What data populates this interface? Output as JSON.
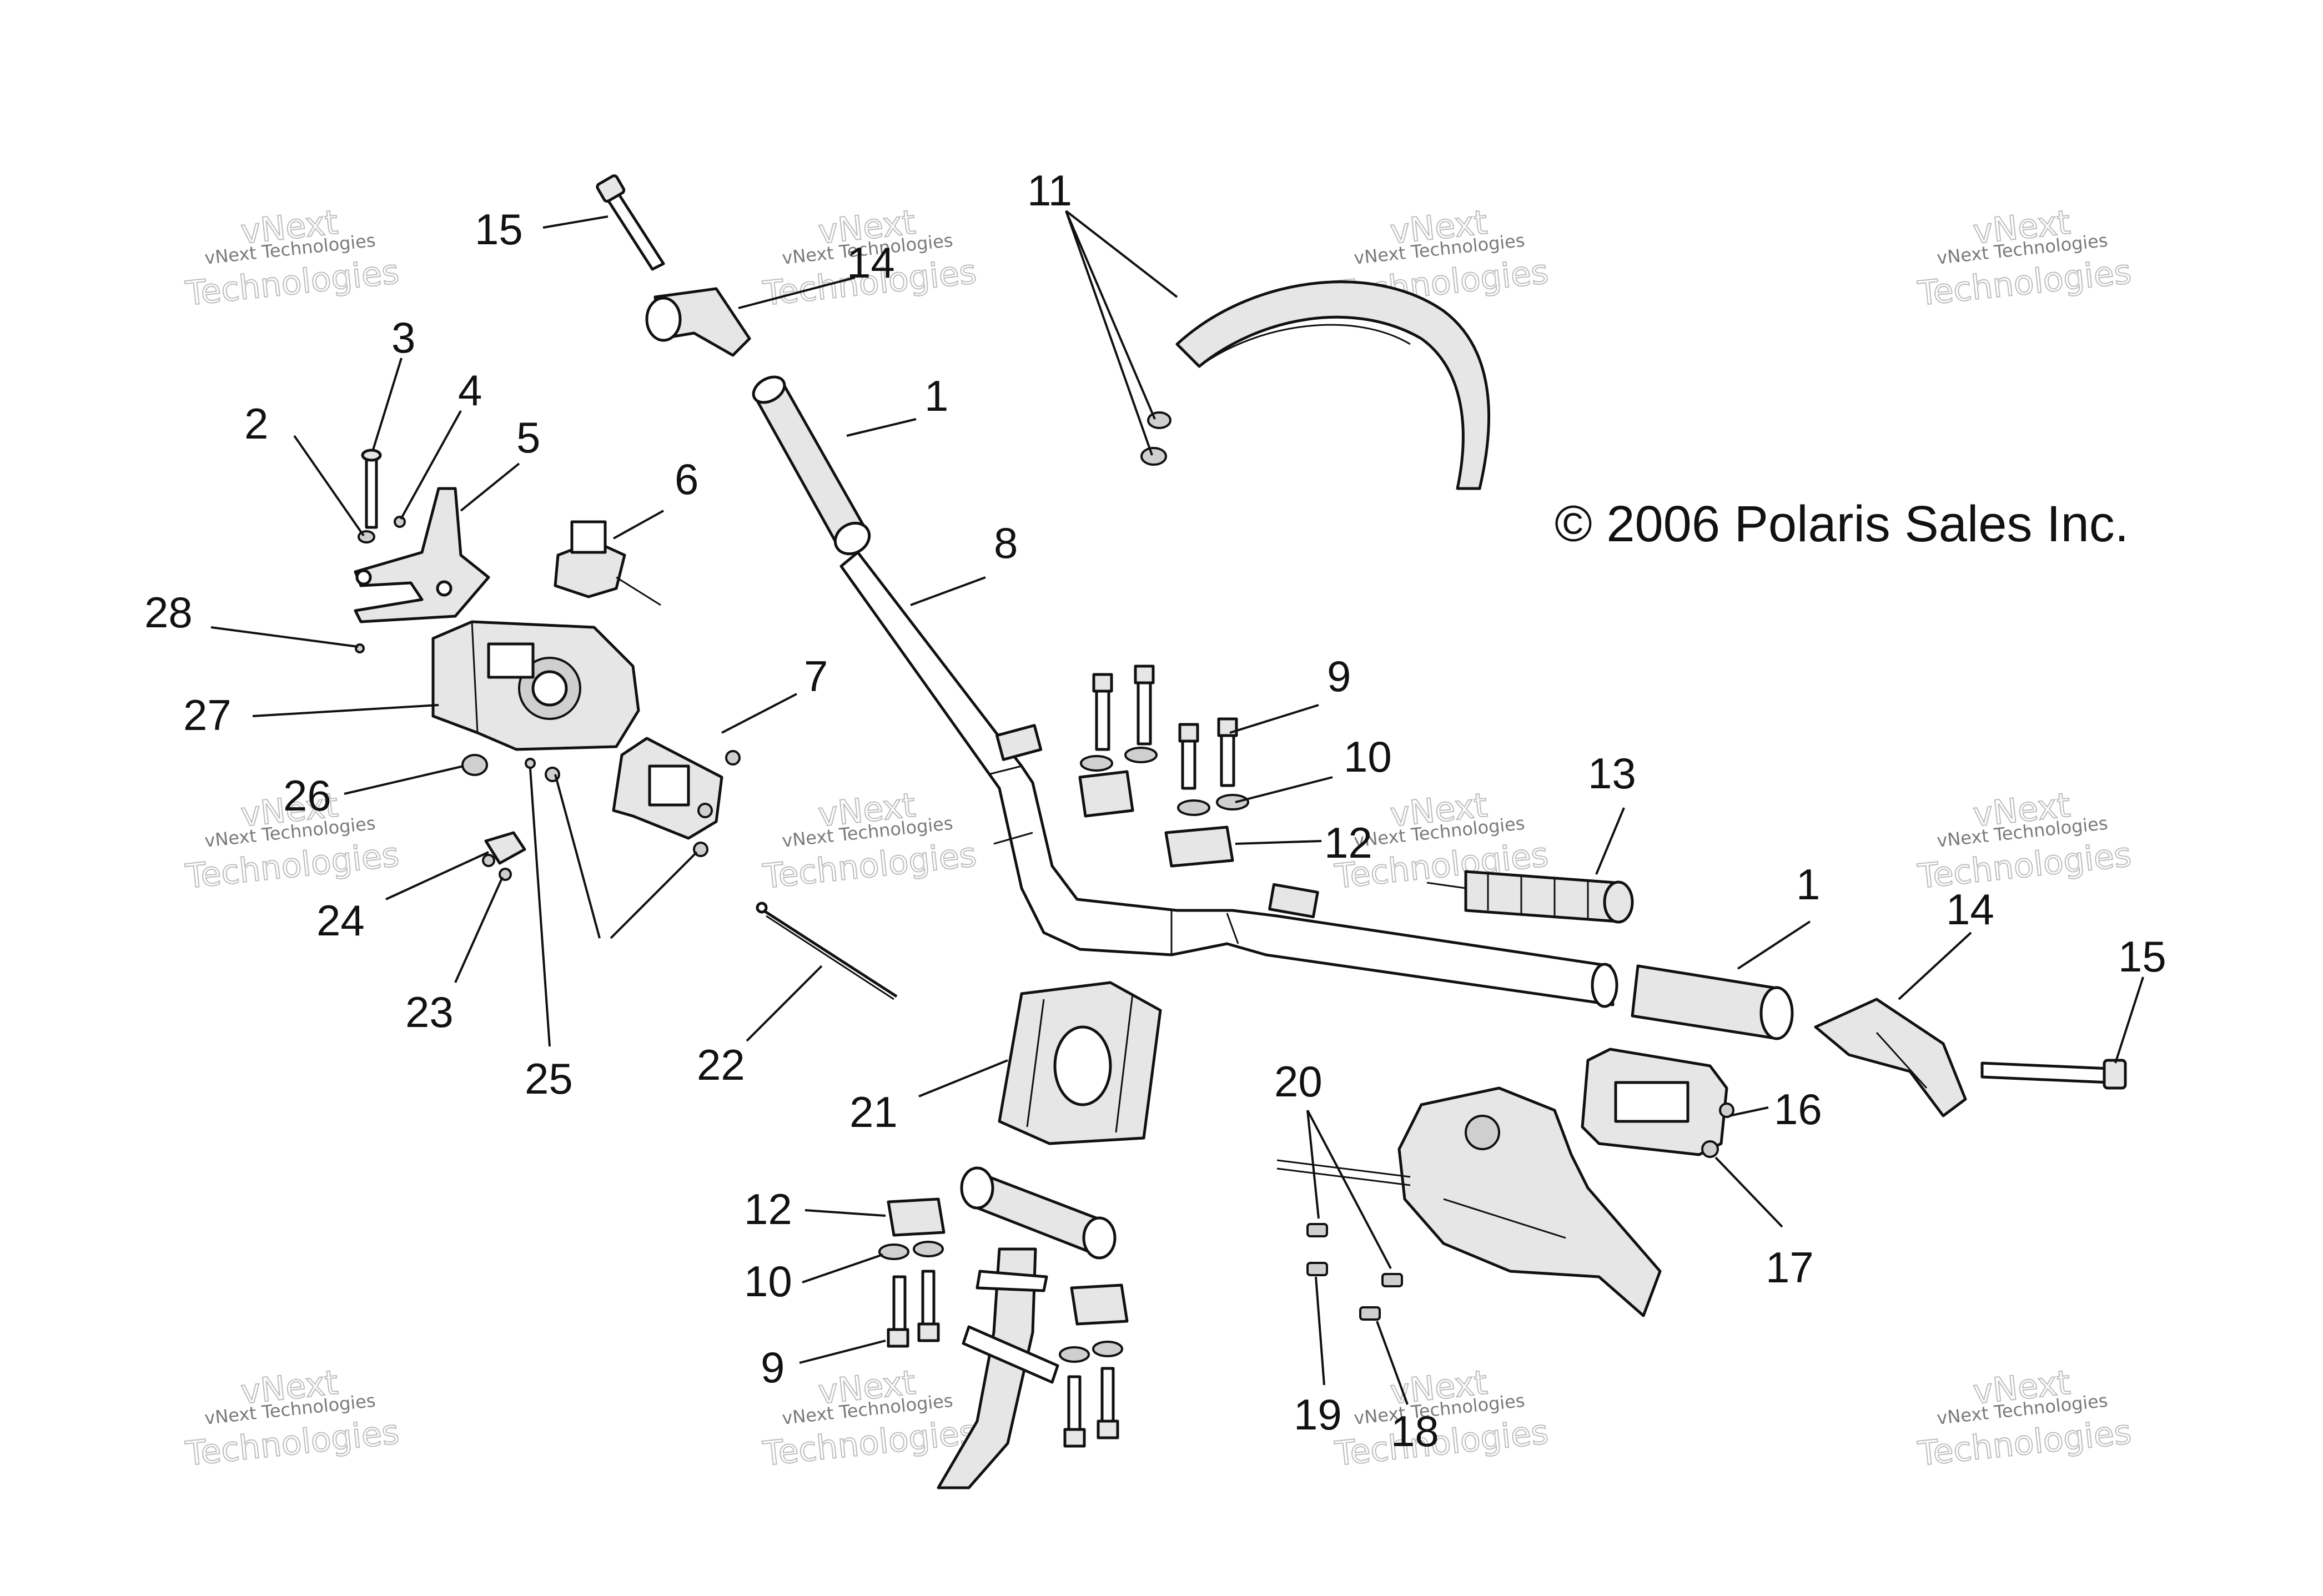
{
  "copyright": "© 2006 Polaris Sales Inc.",
  "watermark": {
    "line1": "vNext Technologies",
    "line2": "vNext",
    "line3": "Technologies"
  },
  "callouts": [
    "15",
    "14",
    "11",
    "3",
    "4",
    "2",
    "5",
    "1",
    "6",
    "28",
    "8",
    "27",
    "7",
    "9",
    "26",
    "10",
    "13",
    "12",
    "24",
    "23",
    "25",
    "22",
    "1",
    "14",
    "15",
    "21",
    "20",
    "16",
    "12",
    "10",
    "17",
    "9",
    "19",
    "18"
  ]
}
